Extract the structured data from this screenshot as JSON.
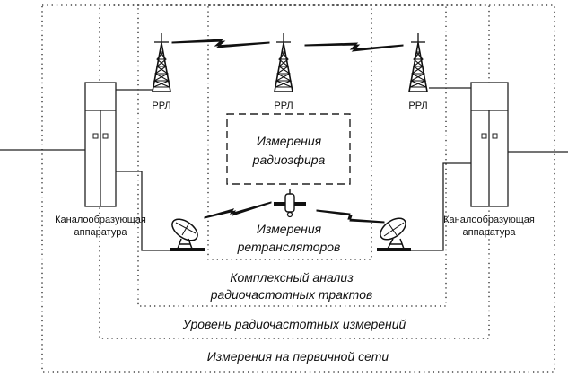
{
  "diagram": {
    "relay_labels": [
      "РРЛ",
      "РРЛ",
      "РРЛ"
    ],
    "equipment_left": {
      "line1": "Каналообразующая",
      "line2": "аппаратура"
    },
    "equipment_right": {
      "line1": "Каналообразующая",
      "line2": "аппаратура"
    },
    "air_measurement": {
      "line1": "Измерения",
      "line2": "радиоэфира"
    },
    "repeater_measurement": {
      "line1": "Измерения",
      "line2": "ретрансляторов"
    },
    "complex_analysis": {
      "line1": "Комплексный анализ",
      "line2": "радиочастотных трактов"
    },
    "rf_level": "Уровень радиочастотных измерений",
    "primary_network": "Измерения на первичной сети"
  }
}
